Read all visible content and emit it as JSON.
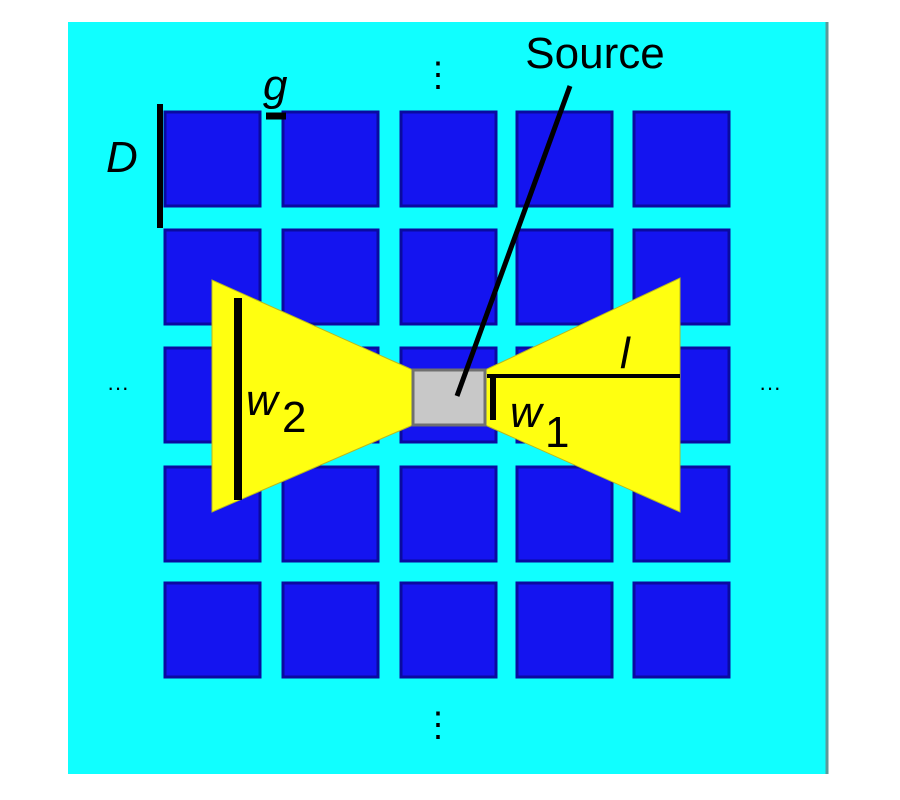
{
  "diagram": {
    "source_label": "Source",
    "labels": {
      "g": "g",
      "D": "D",
      "w2": "w",
      "w2_sub": "2",
      "w1": "w",
      "w1_sub": "1",
      "l": "l"
    },
    "ellipsis_h": "···",
    "ellipsis_v": "⋮",
    "grid": {
      "rows": 5,
      "cols": 5
    },
    "colors": {
      "substrate": "#10ffff",
      "patch": "#1414f0",
      "patch_edge": "#0a0aa0",
      "antenna": "#ffff10",
      "source": "#c8c8c8"
    }
  }
}
